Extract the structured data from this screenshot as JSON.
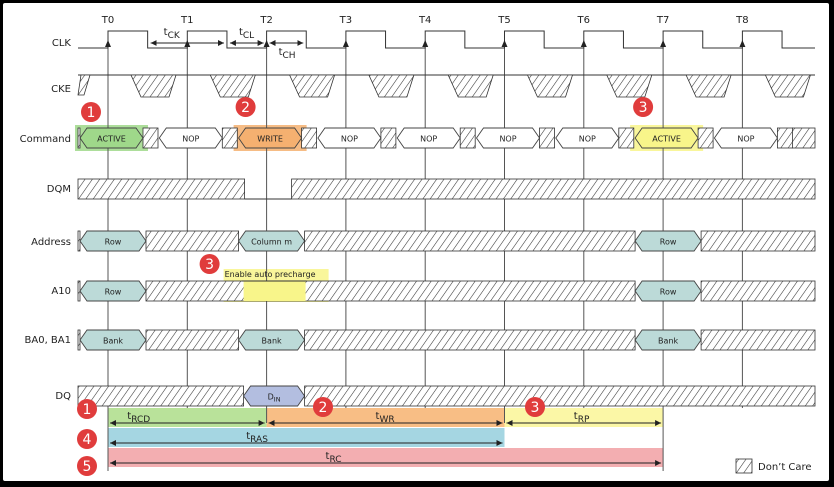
{
  "clock_edges": [
    "T0",
    "T1",
    "T2",
    "T3",
    "T4",
    "T5",
    "T6",
    "T7",
    "T8"
  ],
  "signals": {
    "clk": "CLK",
    "cke": "CKE",
    "command": "Command",
    "dqm": "DQM",
    "address": "Address",
    "a10": "A10",
    "bank": "BA0, BA1",
    "dq": "DQ"
  },
  "clock_timing_labels": {
    "tck": {
      "main": "t",
      "sub": "CK"
    },
    "tcl": {
      "main": "t",
      "sub": "CL"
    },
    "tch": {
      "main": "t",
      "sub": "CH"
    }
  },
  "command_sequence": [
    {
      "label": "ACTIVE",
      "clock": "T0",
      "highlight": "#9fd88a"
    },
    {
      "label": "NOP",
      "clock": "T1",
      "highlight": null
    },
    {
      "label": "WRITE",
      "clock": "T2",
      "highlight": "#f5b070"
    },
    {
      "label": "NOP",
      "clock": "T3",
      "highlight": null
    },
    {
      "label": "NOP",
      "clock": "T4",
      "highlight": null
    },
    {
      "label": "NOP",
      "clock": "T5",
      "highlight": null
    },
    {
      "label": "NOP",
      "clock": "T6",
      "highlight": null
    },
    {
      "label": "ACTIVE",
      "clock": "T7",
      "highlight": "#f8f58a"
    },
    {
      "label": "NOP",
      "clock": "T8",
      "highlight": null
    }
  ],
  "address_values": [
    {
      "label": "Row",
      "clock": "T0"
    },
    {
      "label": "Column m",
      "clock": "T2"
    },
    {
      "label": "Row",
      "clock": "T7"
    }
  ],
  "a10_values": [
    {
      "label": "Row",
      "clock": "T0"
    },
    {
      "label": "Row",
      "clock": "T7"
    }
  ],
  "a10_annotation": "Enable auto precharge",
  "bank_values": [
    {
      "label": "Bank",
      "clock": "T0"
    },
    {
      "label": "Bank",
      "clock": "T2"
    },
    {
      "label": "Bank",
      "clock": "T7"
    }
  ],
  "dq_value": {
    "main": "D",
    "sub": "IN",
    "clock": "T2"
  },
  "timing_bars": [
    {
      "name": "tRCD",
      "main": "t",
      "sub": "RCD",
      "from": "T0",
      "to": "T2",
      "color": "#b9e29a",
      "badge": "1"
    },
    {
      "name": "tWR",
      "main": "t",
      "sub": "WR",
      "from": "T2",
      "to": "T5",
      "color": "#f8be85",
      "badge": "2"
    },
    {
      "name": "tRP",
      "main": "t",
      "sub": "RP",
      "from": "T5",
      "to": "T7",
      "color": "#fbf7a6",
      "badge": "3"
    },
    {
      "name": "tRAS",
      "main": "t",
      "sub": "RAS",
      "from": "T0",
      "to": "T5",
      "color": "#a5d6e2",
      "badge": "4"
    },
    {
      "name": "tRC",
      "main": "t",
      "sub": "RC",
      "from": "T0",
      "to": "T7",
      "color": "#f3aeb1",
      "badge": "5"
    }
  ],
  "badges": {
    "active1": "1",
    "write2": "2",
    "active3": "3",
    "precharge3": "3"
  },
  "badge_color": "#e03c3c",
  "legend": {
    "label": "Don’t Care"
  }
}
